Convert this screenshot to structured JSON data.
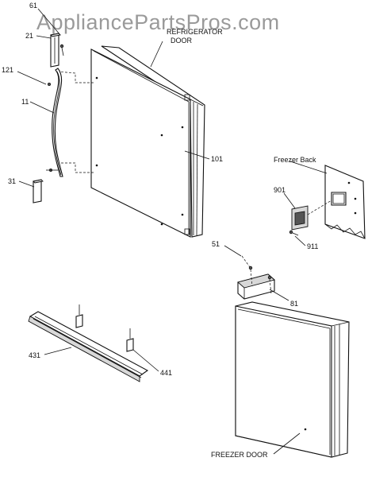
{
  "watermark": "AppliancePartsPros.com",
  "titles": {
    "refrigerator_door_line1": "REFRIGERATOR",
    "refrigerator_door_line2": "DOOR",
    "freezer_back": "Freezer Back",
    "freezer_door": "FREEZER DOOR"
  },
  "callouts": {
    "p61": "61",
    "p21": "21",
    "p121": "121",
    "p11": "11",
    "p31": "31",
    "p101": "101",
    "p901": "901",
    "p911": "911",
    "p51": "51",
    "p81": "81",
    "p431": "431",
    "p441": "441"
  }
}
